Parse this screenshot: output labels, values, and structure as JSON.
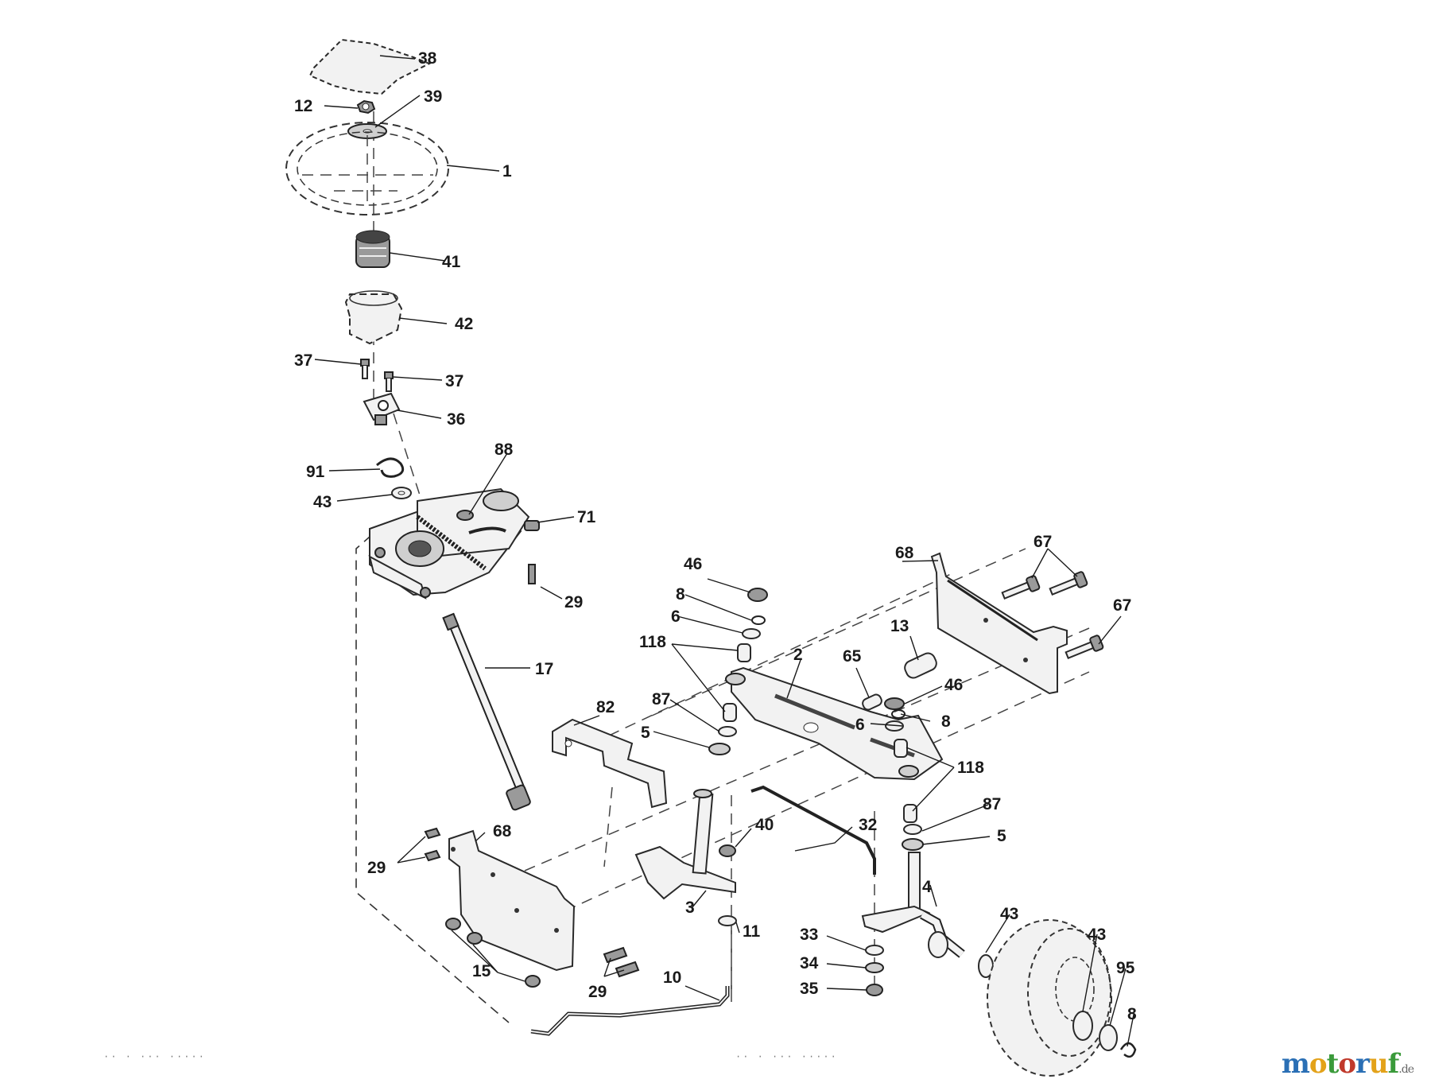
{
  "diagram": {
    "callouts": [
      {
        "id": "c38",
        "text": "38"
      },
      {
        "id": "c12",
        "text": "12"
      },
      {
        "id": "c39",
        "text": "39"
      },
      {
        "id": "c1",
        "text": "1"
      },
      {
        "id": "c41",
        "text": "41"
      },
      {
        "id": "c42",
        "text": "42"
      },
      {
        "id": "c37a",
        "text": "37"
      },
      {
        "id": "c37b",
        "text": "37"
      },
      {
        "id": "c36",
        "text": "36"
      },
      {
        "id": "c88",
        "text": "88"
      },
      {
        "id": "c91",
        "text": "91"
      },
      {
        "id": "c43a",
        "text": "43"
      },
      {
        "id": "c71",
        "text": "71"
      },
      {
        "id": "c29a",
        "text": "29"
      },
      {
        "id": "c17",
        "text": "17"
      },
      {
        "id": "c46a",
        "text": "46"
      },
      {
        "id": "c8a",
        "text": "8"
      },
      {
        "id": "c6a",
        "text": "6"
      },
      {
        "id": "c118a",
        "text": "118"
      },
      {
        "id": "c87a",
        "text": "87"
      },
      {
        "id": "c5a",
        "text": "5"
      },
      {
        "id": "c82",
        "text": "82"
      },
      {
        "id": "c2",
        "text": "2"
      },
      {
        "id": "c65",
        "text": "65"
      },
      {
        "id": "c13",
        "text": "13"
      },
      {
        "id": "c46b",
        "text": "46"
      },
      {
        "id": "c6b",
        "text": "6"
      },
      {
        "id": "c8b",
        "text": "8"
      },
      {
        "id": "c118b",
        "text": "118"
      },
      {
        "id": "c68a",
        "text": "68"
      },
      {
        "id": "c67a",
        "text": "67"
      },
      {
        "id": "c67b",
        "text": "67"
      },
      {
        "id": "c87b",
        "text": "87"
      },
      {
        "id": "c5b",
        "text": "5"
      },
      {
        "id": "c32",
        "text": "32"
      },
      {
        "id": "c40",
        "text": "40"
      },
      {
        "id": "c68b",
        "text": "68"
      },
      {
        "id": "c29b",
        "text": "29"
      },
      {
        "id": "c3",
        "text": "3"
      },
      {
        "id": "c11",
        "text": "11"
      },
      {
        "id": "c4",
        "text": "4"
      },
      {
        "id": "c43b",
        "text": "43"
      },
      {
        "id": "c43c",
        "text": "43"
      },
      {
        "id": "c95",
        "text": "95"
      },
      {
        "id": "c33",
        "text": "33"
      },
      {
        "id": "c34",
        "text": "34"
      },
      {
        "id": "c35",
        "text": "35"
      },
      {
        "id": "c15",
        "text": "15"
      },
      {
        "id": "c29c",
        "text": "29"
      },
      {
        "id": "c10",
        "text": "10"
      },
      {
        "id": "c8c",
        "text": "8"
      }
    ]
  },
  "footer": {
    "left_code": "·· · ··· ·····",
    "right_code": "·· · ··· ·····"
  },
  "watermark": {
    "letters": [
      "m",
      "o",
      "t",
      "o",
      "r",
      "u",
      "f"
    ],
    "letter_colors": [
      "#2a6fb5",
      "#e3a21a",
      "#3a9a3a",
      "#c0392b",
      "#2a6fb5",
      "#e3a21a",
      "#3a9a3a"
    ],
    "tld": ".de"
  }
}
